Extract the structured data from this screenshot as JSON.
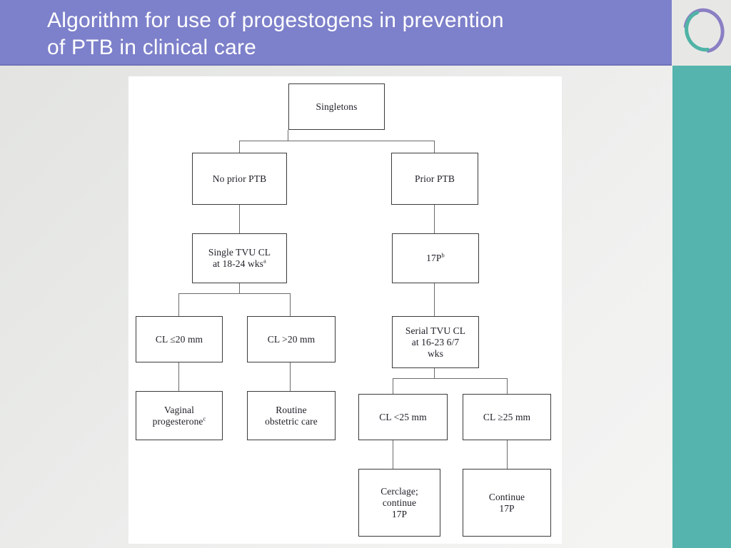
{
  "slide": {
    "title": "Algorithm for use of progestogens in prevention\nof PTB in clinical care",
    "accent_purple": "#7d80ca",
    "accent_teal": "#55b4ae",
    "logo_name": "circular-ring-logo",
    "background": "#e9eae8"
  },
  "chart_data": {
    "type": "diagram",
    "title": "Algorithm for use of progestogens in prevention of PTB in clinical care",
    "nodes": [
      {
        "id": "singletons",
        "label": "Singletons"
      },
      {
        "id": "no-prior-ptb",
        "label": "No prior PTB"
      },
      {
        "id": "prior-ptb",
        "label": "Prior PTB"
      },
      {
        "id": "single-tvu-cl",
        "label": "Single TVU CL\nat 18-24 wks",
        "footnote": "a"
      },
      {
        "id": "17p",
        "label": "17P",
        "footnote": "b"
      },
      {
        "id": "cl-le-20",
        "label": "CL ≤20 mm"
      },
      {
        "id": "cl-gt-20",
        "label": "CL >20 mm"
      },
      {
        "id": "serial-tvu-cl",
        "label": "Serial TVU CL\nat 16-23 6/7\nwks"
      },
      {
        "id": "vaginal-progesterone",
        "label": "Vaginal\nprogesterone",
        "footnote": "c"
      },
      {
        "id": "routine-care",
        "label": "Routine\nobstetric care"
      },
      {
        "id": "cl-lt-25",
        "label": "CL <25 mm"
      },
      {
        "id": "cl-ge-25",
        "label": "CL ≥25 mm"
      },
      {
        "id": "cerclage",
        "label": "Cerclage;\ncontinue\n17P"
      },
      {
        "id": "continue-17p",
        "label": "Continue\n17P"
      }
    ],
    "edges": [
      {
        "from": "singletons",
        "to": "no-prior-ptb"
      },
      {
        "from": "singletons",
        "to": "prior-ptb"
      },
      {
        "from": "no-prior-ptb",
        "to": "single-tvu-cl"
      },
      {
        "from": "prior-ptb",
        "to": "17p"
      },
      {
        "from": "single-tvu-cl",
        "to": "cl-le-20"
      },
      {
        "from": "single-tvu-cl",
        "to": "cl-gt-20"
      },
      {
        "from": "17p",
        "to": "serial-tvu-cl"
      },
      {
        "from": "cl-le-20",
        "to": "vaginal-progesterone"
      },
      {
        "from": "cl-gt-20",
        "to": "routine-care"
      },
      {
        "from": "serial-tvu-cl",
        "to": "cl-lt-25"
      },
      {
        "from": "serial-tvu-cl",
        "to": "cl-ge-25"
      },
      {
        "from": "cl-lt-25",
        "to": "cerclage"
      },
      {
        "from": "cl-ge-25",
        "to": "continue-17p"
      }
    ]
  }
}
